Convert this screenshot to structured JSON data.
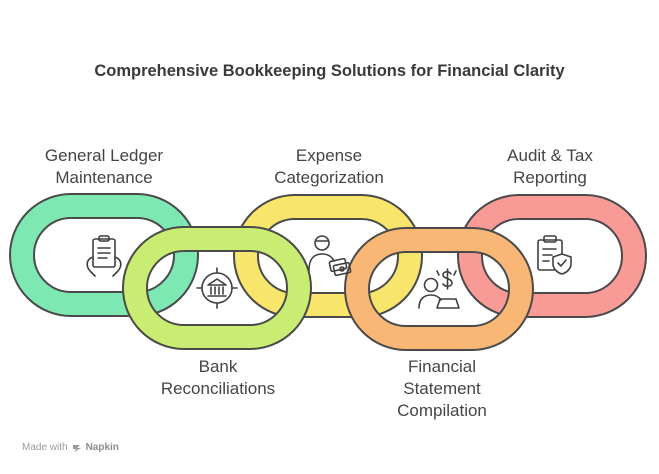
{
  "title": "Comprehensive Bookkeeping Solutions for Financial Clarity",
  "steps": [
    {
      "line1": "General Ledger",
      "line2": "Maintenance",
      "line3": "",
      "icon": "clipboard-hands-icon",
      "color": "#7ee8b3"
    },
    {
      "line1": "Bank",
      "line2": "Reconciliations",
      "line3": "",
      "icon": "bank-target-icon",
      "color": "#c9ed73"
    },
    {
      "line1": "Expense",
      "line2": "Categorization",
      "line3": "",
      "icon": "person-money-icon",
      "color": "#f7e56c"
    },
    {
      "line1": "Financial",
      "line2": "Statement",
      "line3": "Compilation",
      "icon": "person-laptop-dollar-icon",
      "color": "#f9b776"
    },
    {
      "line1": "Audit & Tax",
      "line2": "Reporting",
      "line3": "",
      "icon": "clipboard-shield-icon",
      "color": "#f89a95"
    }
  ],
  "footer": {
    "made_with": "Made with",
    "brand": "Napkin"
  }
}
